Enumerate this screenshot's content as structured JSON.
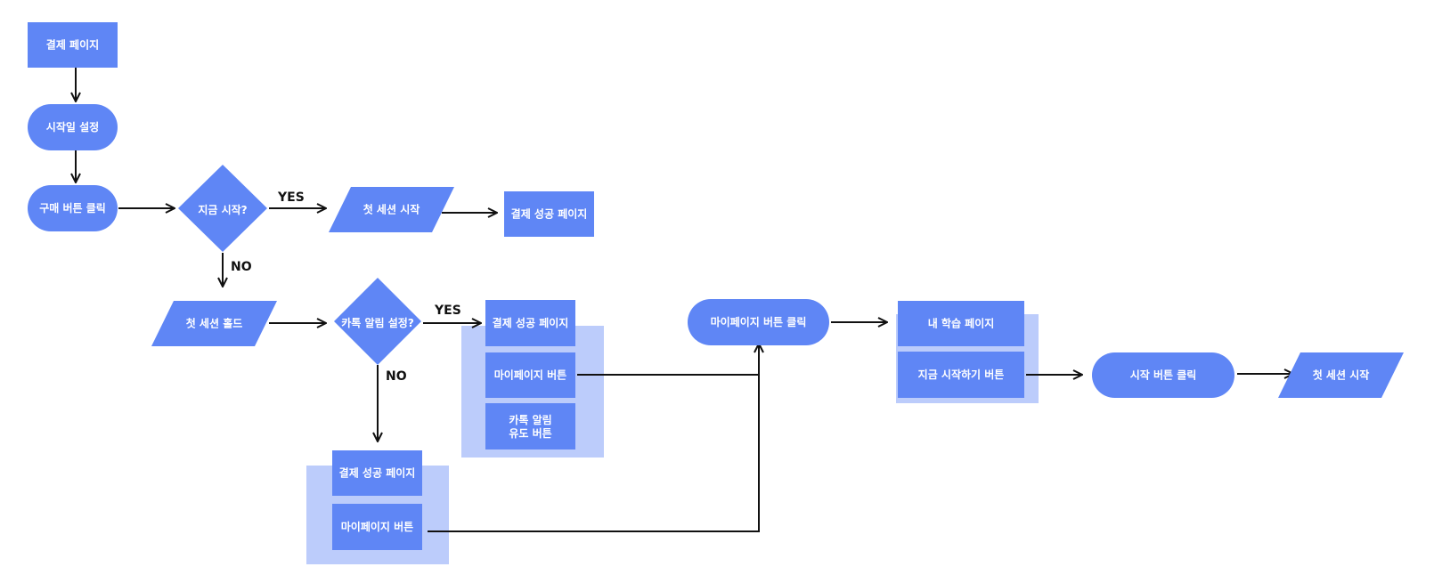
{
  "colors": {
    "node": "#5f86f5",
    "group_bg": "#bcccfb",
    "edge": "#111111",
    "text": "#ffffff"
  },
  "nodes": {
    "payment_page": "결제 페이지",
    "set_start_date": "시작일 설정",
    "buy_button_click": "구매 버튼 클릭",
    "start_now_question": "지금 시작?",
    "first_session_start_top": "첫 세션 시작",
    "payment_success_top": "결제 성공 페이지",
    "first_session_hold": "첫 세션 홀드",
    "kakao_alarm_question": "카톡 알림 설정?",
    "payment_success_mid": "결제 성공 페이지",
    "mypage_button_mid": "마이페이지 버튼",
    "kakao_prompt_line1": "카톡 알림",
    "kakao_prompt_line2": "유도 버튼",
    "payment_success_bottom": "결제 성공 페이지",
    "mypage_button_bottom": "마이페이지 버튼",
    "mypage_button_click": "마이페이지 버튼 클릭",
    "my_learning_page": "내 학습 페이지",
    "start_now_button": "지금 시작하기 버튼",
    "start_button_click": "시작 버튼 클릭",
    "first_session_start_end": "첫 세션 시작"
  },
  "edge_labels": {
    "yes_1": "YES",
    "no_1": "NO",
    "yes_2": "YES",
    "no_2": "NO"
  }
}
